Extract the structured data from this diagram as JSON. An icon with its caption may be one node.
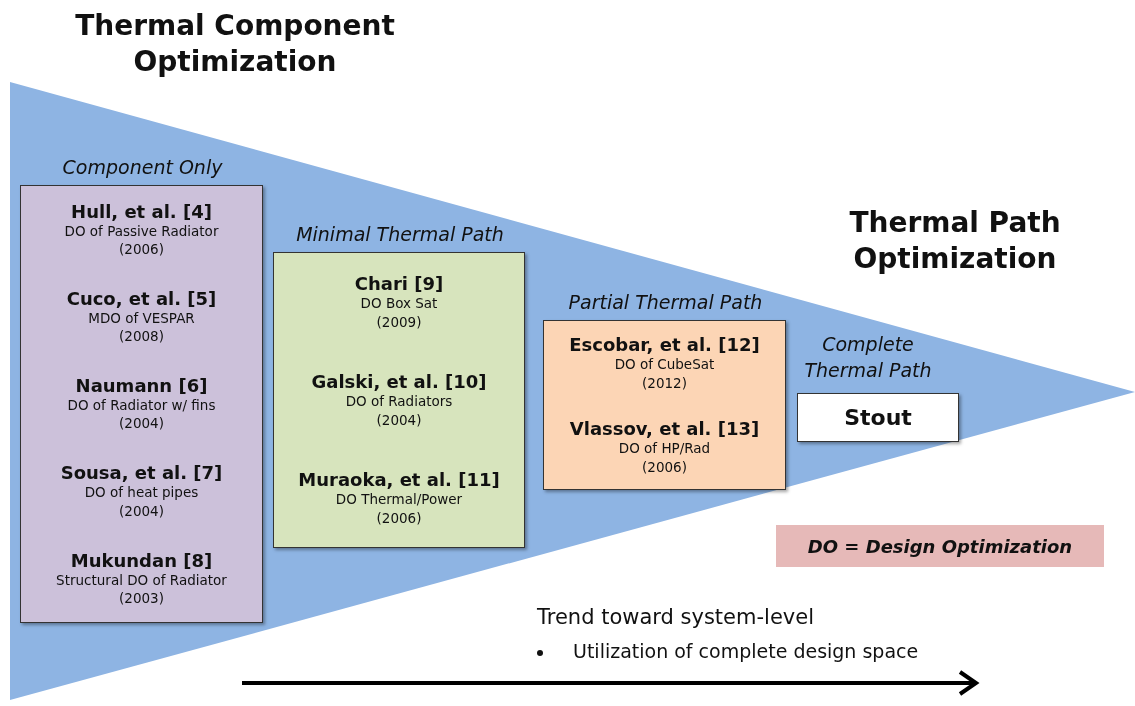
{
  "diagram": {
    "nodes": [
      {
        "text": [
          "Component Only",
          "Hull, et al. [4]",
          "DO of Passive Radiator",
          "(2006)",
          "Cuco, et al. [5]",
          "MDO of VESPAR",
          "(2008)",
          "Naumann [6]",
          "DO of Radiator w/ fins",
          "(2004)",
          "Sousa, et al. [7]",
          "DO of heat pipes",
          "(2004)",
          "Mukundan [8]",
          "Structural DO of Radiator",
          "(2003)"
        ]
      },
      {
        "text": [
          "Minimal Thermal Path",
          "Chari [9]",
          "DO Box Sat",
          "(2009)",
          "Galski, et al. [10]",
          "DO of Radiators",
          "(2004)",
          "Muraoka, et al. [11]",
          "DO Thermal/Power",
          "(2006)"
        ]
      },
      {
        "text": [
          "Partial Thermal Path",
          "Escobar, et al. [12]",
          "DO of CubeSat",
          "(2012)",
          "Vlassov, et al. [13]",
          "DO of HP/Rad",
          "(2006)"
        ]
      },
      {
        "text": [
          "Complete Thermal Path",
          "Stout"
        ]
      },
      {
        "text": [
          "DO = Design Optimization"
        ]
      }
    ],
    "labels": [
      "Thermal Component Optimization",
      "Thermal Path Optimization",
      "Trend toward system-level",
      "Utilization of complete design space"
    ]
  }
}
